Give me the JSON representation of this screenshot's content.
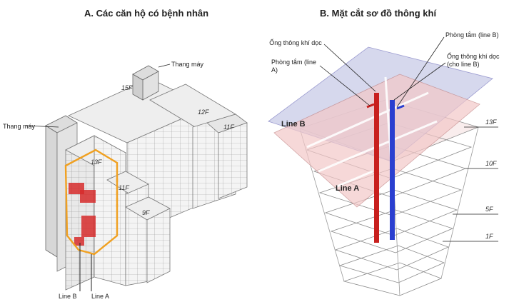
{
  "panel_a": {
    "title": "A. Các căn hộ có bệnh nhân",
    "elevator_top": "Thang máy",
    "elevator_left": "Thang máy",
    "floor_15": "15F",
    "floor_12": "12F",
    "floor_11_right": "11F",
    "floor_13": "13F",
    "floor_11": "11F",
    "floor_9": "9F",
    "line_b": "Line B",
    "line_a": "Line A"
  },
  "panel_b": {
    "title": "B. Mặt cắt sơ đồ thông khí",
    "vent_a": "Ống thông khí dọc",
    "bath_a": "Phòng tắm (line A)",
    "bath_b": "Phòng tắm (line B)",
    "vent_b": "Ống thông khí dọc (cho line B)",
    "line_b": "Line B",
    "line_a": "Line A",
    "floor_13": "13F",
    "floor_10": "10F",
    "floor_5": "5F",
    "floor_1": "1F"
  },
  "colors": {
    "infected": "#d62b2b",
    "outline": "#f0a020",
    "line_b_plane": "#c9cbe8",
    "line_a_plane": "#f3c8c8",
    "duct_red": "#c8201e",
    "duct_blue": "#2a3fd0"
  }
}
